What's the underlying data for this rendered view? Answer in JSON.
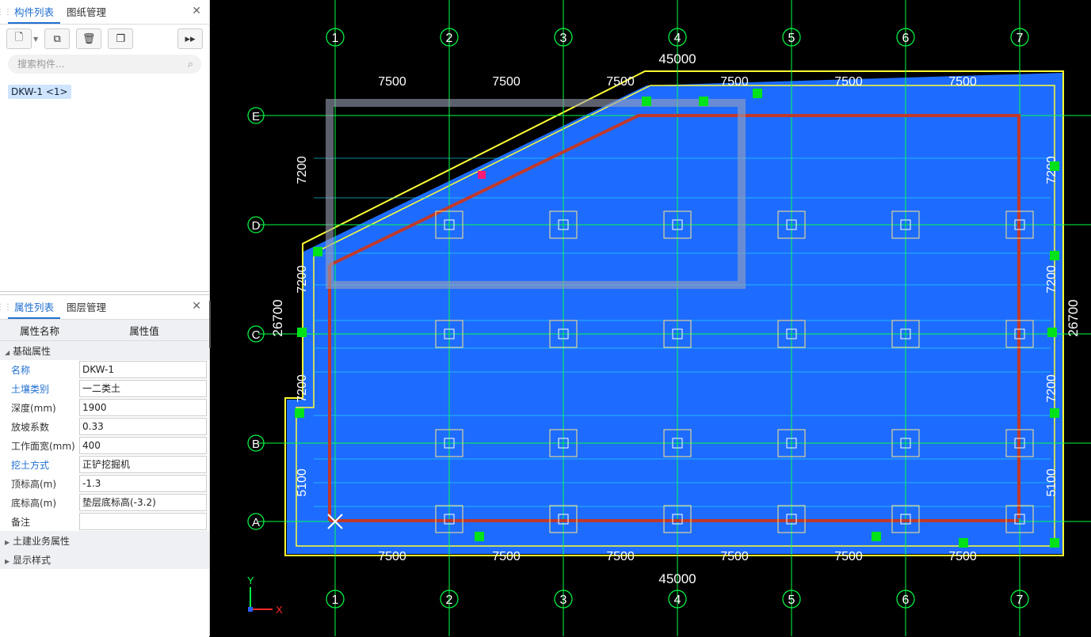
{
  "top_panel": {
    "tabs": [
      {
        "label": "构件列表"
      },
      {
        "label": "图纸管理"
      }
    ],
    "search_placeholder": "搜索构件...",
    "items": [
      "DKW-1 <1>"
    ]
  },
  "bottom_panel": {
    "tabs": [
      {
        "label": "属性列表"
      },
      {
        "label": "图层管理"
      }
    ],
    "headers": {
      "name": "属性名称",
      "value": "属性值"
    },
    "groups": [
      "基础属性",
      "土建业务属性",
      "显示样式"
    ],
    "rows": [
      {
        "name": "名称",
        "value": "DKW-1",
        "link": true
      },
      {
        "name": "土壤类别",
        "value": "一二类土",
        "link": true
      },
      {
        "name": "深度(mm)",
        "value": "1900",
        "link": false
      },
      {
        "name": "放坡系数",
        "value": "0.33",
        "link": false
      },
      {
        "name": "工作面宽(mm)",
        "value": "400",
        "link": false
      },
      {
        "name": "挖土方式",
        "value": "正铲挖掘机",
        "link": true
      },
      {
        "name": "顶标高(m)",
        "value": "-1.3",
        "link": false
      },
      {
        "name": "底标高(m)",
        "value": "垫层底标高(-3.2)",
        "link": false
      },
      {
        "name": "备注",
        "value": "",
        "link": false
      }
    ]
  },
  "canvas": {
    "axis_numbers": [
      "1",
      "2",
      "3",
      "4",
      "5",
      "6",
      "7"
    ],
    "axis_letters": [
      "E",
      "D",
      "C",
      "B",
      "A"
    ],
    "span_dims": [
      "7500",
      "7500",
      "7500",
      "7500",
      "7500",
      "7500"
    ],
    "total_dim": "45000",
    "row_dims": [
      "7200",
      "7200",
      "7200",
      "5100"
    ],
    "total_height_dim": "26700",
    "ucs": {
      "x": "X",
      "y": "Y"
    },
    "colors": {
      "pit_fill": "#1e6cff",
      "grid": "#00ff44",
      "beam": "#c0392b",
      "outline": "#ffff33",
      "white": "#ffffff"
    }
  }
}
